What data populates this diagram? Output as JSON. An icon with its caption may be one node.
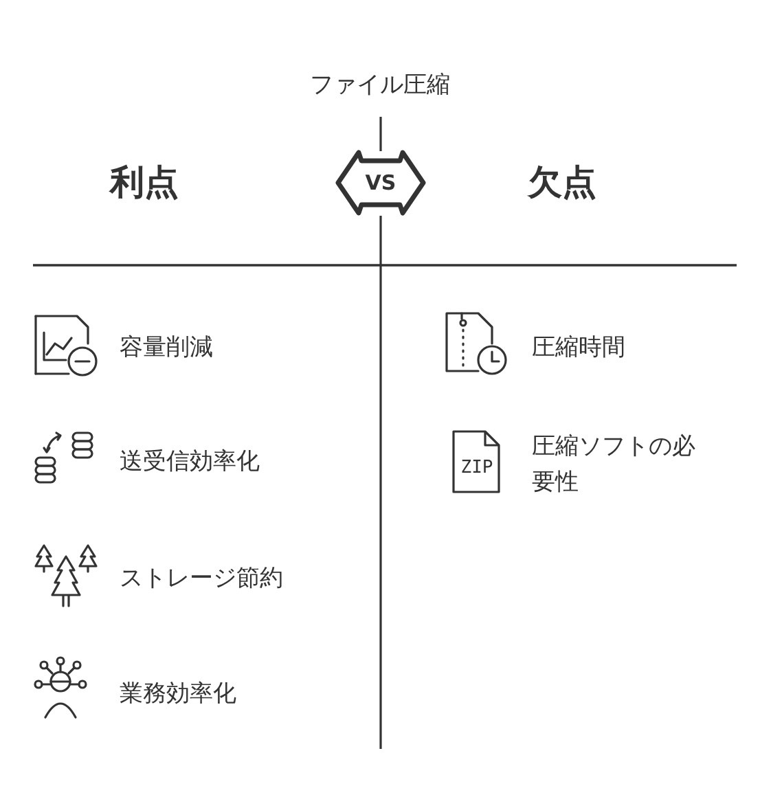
{
  "diagram": {
    "title": "ファイル圧縮",
    "nodes": [
      {
        "text": [
          "VS"
        ]
      }
    ],
    "labels": [
      "利点",
      "欠点",
      "容量削減",
      "圧縮時間",
      "送受信効率化",
      "圧縮ソフトの必要性",
      "ZIP",
      "ストレージ節約",
      "業務効率化"
    ]
  }
}
